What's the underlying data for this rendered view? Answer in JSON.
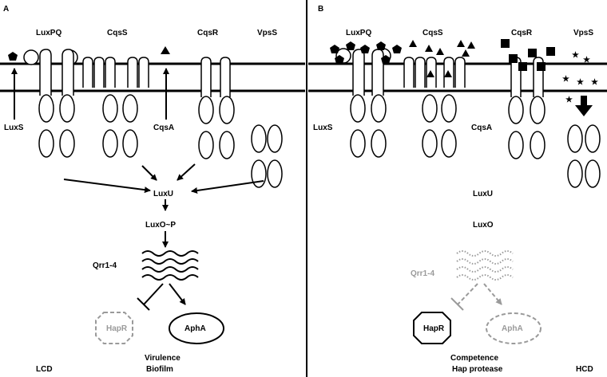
{
  "panels": {
    "a": {
      "letter": "A",
      "receptors": [
        "LuxPQ",
        "CqsS",
        "CqsR",
        "VpsS"
      ],
      "synthases": [
        "LuxS",
        "CqsA"
      ],
      "nodes": {
        "luxu": "LuxU",
        "luxo": "LuxO~P",
        "qrr": "Qrr1-4",
        "hapr": "HapR",
        "apha": "AphA"
      },
      "outputs": [
        "Virulence",
        "Biofilm"
      ],
      "density": "LCD"
    },
    "b": {
      "letter": "B",
      "receptors": [
        "LuxPQ",
        "CqsS",
        "CqsR",
        "VpsS"
      ],
      "synthases": [
        "LuxS",
        "CqsA"
      ],
      "nodes": {
        "luxu": "LuxU",
        "luxo": "LuxO",
        "qrr": "Qrr1-4",
        "hapr": "HapR",
        "apha": "AphA"
      },
      "outputs": [
        "Competence",
        "Hap protease"
      ],
      "density": "HCD"
    }
  },
  "colors": {
    "active": "#000000",
    "inactive": "#9a9a9a"
  }
}
